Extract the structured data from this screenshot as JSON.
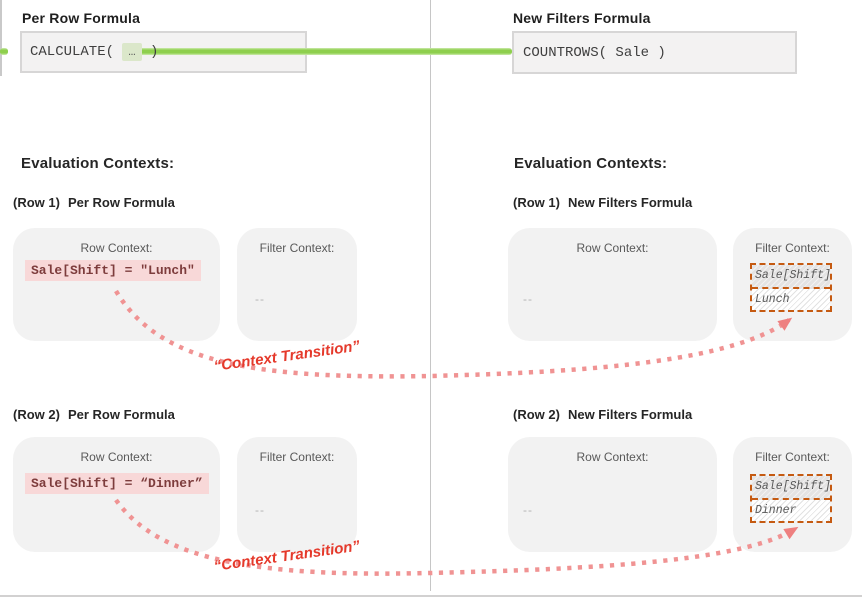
{
  "panels": {
    "left": {
      "formula_section": {
        "title": "Per Row Formula",
        "code_before": "CALCULATE( ",
        "code_placeholder": "…",
        "code_after": " )"
      },
      "eval_header": "Evaluation Contexts:",
      "rows": [
        {
          "heading_prefix": "(Row 1)",
          "heading_title": "Per Row Formula",
          "row_context": {
            "label": "Row Context:",
            "code": "Sale[Shift] = \"Lunch\""
          },
          "filter_context": {
            "label": "Filter Context:",
            "value": "--"
          }
        },
        {
          "heading_prefix": "(Row 2)",
          "heading_title": "Per Row Formula",
          "row_context": {
            "label": "Row Context:",
            "code": "Sale[Shift] = “Dinner”"
          },
          "filter_context": {
            "label": "Filter Context:",
            "value": "--"
          }
        }
      ]
    },
    "right": {
      "formula_section": {
        "title": "New Filters Formula",
        "code": "COUNTROWS( Sale )"
      },
      "eval_header": "Evaluation Contexts:",
      "rows": [
        {
          "heading_prefix": "(Row 1)",
          "heading_title": "New Filters Formula",
          "row_context": {
            "label": "Row Context:",
            "value": "--"
          },
          "filter_context": {
            "label": "Filter Context:",
            "table": {
              "header": "Sale[Shift]",
              "value": "Lunch"
            }
          }
        },
        {
          "heading_prefix": "(Row 2)",
          "heading_title": "New Filters Formula",
          "row_context": {
            "label": "Row Context:",
            "value": "--"
          },
          "filter_context": {
            "label": "Filter Context:",
            "table": {
              "header": "Sale[Shift]",
              "value": "Dinner"
            }
          }
        }
      ]
    }
  },
  "annotations": {
    "context_transition_1": "“Context Transition”",
    "context_transition_2": "“Context Transition”"
  },
  "colors": {
    "accent_green": "#8ecf4d",
    "arrow_pink": "#f09393",
    "arrowhead_pink": "#ee8080",
    "transition_label_red": "#e5392b",
    "filter_table_border_orange": "#c55a11",
    "row_code_text": "#7d3c3c",
    "row_code_highlight": "#f8d8d8",
    "box_fill_gray": "#f2f2f2"
  }
}
